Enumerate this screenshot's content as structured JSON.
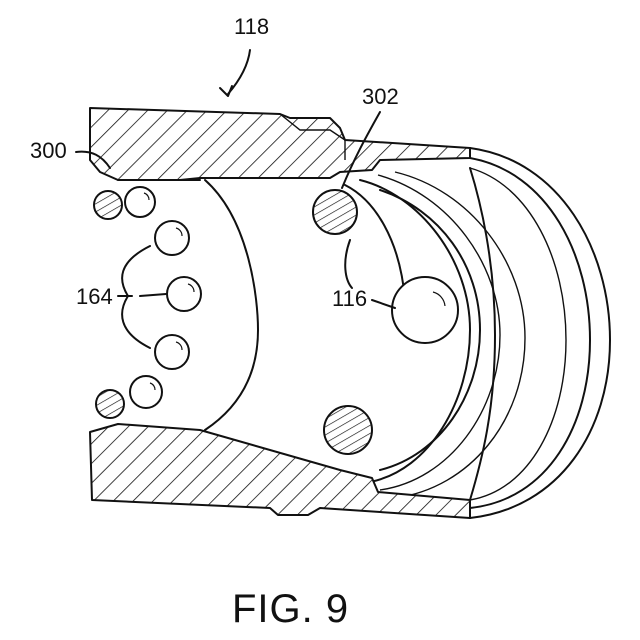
{
  "figure": {
    "caption": "FIG. 9",
    "labels": {
      "assembly": "118",
      "edge_inner": "300",
      "edge_groove": "302",
      "balls_left": "164",
      "balls_right": "116"
    }
  }
}
